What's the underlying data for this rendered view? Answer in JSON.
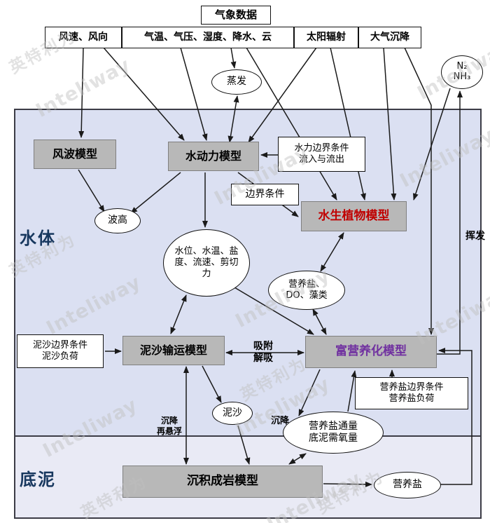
{
  "watermark": {
    "latin": "Inteliway",
    "cjk": "英特利为"
  },
  "regions": {
    "water_label": "水体",
    "sediment_label": "底泥"
  },
  "met": {
    "header": "气象数据",
    "wind": "风速、风向",
    "temp": "气温、气压、湿度、降水、云",
    "solar": "太阳辐射",
    "deposition": "大气沉降"
  },
  "nodes": {
    "n2nh3": "N₂\nNH₃",
    "evaporation": "蒸发",
    "wind_wave_model": "风波模型",
    "hydro_model": "水动力模型",
    "hydro_boundary": "水力边界条件\n流入与流出",
    "boundary": "边界条件",
    "plant_model": "水生植物模型",
    "wave_height": "波高",
    "state_vars": "水位、水温、盐度、流速、剪切力",
    "nutrients_do_algae": "营养盐、\nDO、藻类",
    "sediment_boundary": "泥沙边界条件\n泥沙负荷",
    "sediment_model": "泥沙输运模型",
    "eutrophication_model": "富营养化模型",
    "nutrient_boundary": "营养盐边界条件\n营养盐负荷",
    "sediment": "泥沙",
    "flux": "营养盐通量\n底泥需氧量",
    "diagenesis_model": "沉积成岩模型",
    "nutrients": "营养盐"
  },
  "edge_labels": {
    "sorption": "吸附\n解吸",
    "settling_resuspension": "沉降\n再悬浮",
    "settling": "沉降",
    "volatilization": "挥发"
  },
  "colors": {
    "model_box": "#b8b8b8",
    "water_bg": "#dbe0f2",
    "sediment_bg": "#e9eaf5",
    "plant_text": "#c00000",
    "eutro_text": "#7030a0",
    "region_label": "#17375e"
  }
}
